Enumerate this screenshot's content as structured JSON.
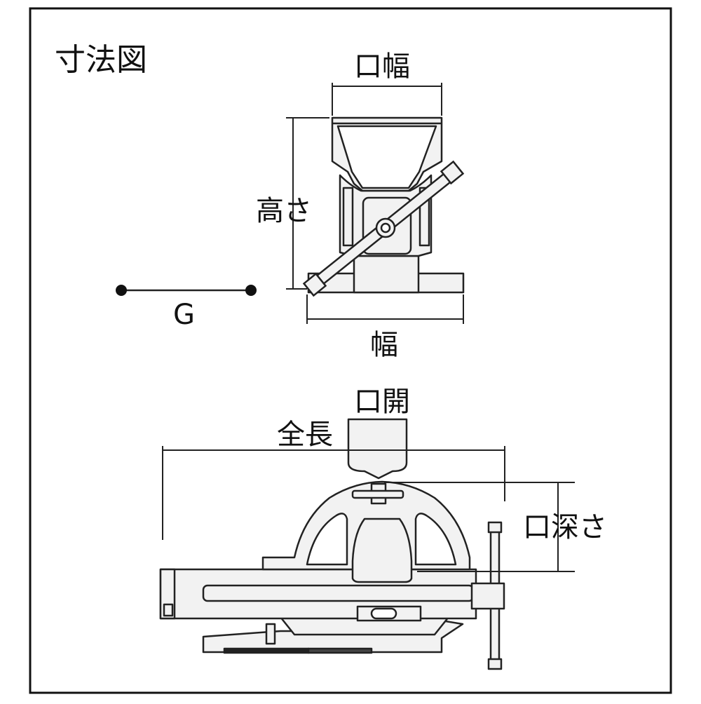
{
  "title": "寸法図",
  "labels": {
    "jaw_width": "口幅",
    "height": "高さ",
    "width": "幅",
    "jaw_opening": "口開",
    "overall_length": "全長",
    "throat_depth": "口深さ",
    "g": "G"
  },
  "colors": {
    "line": "#222222",
    "fill": "#f2f2f2",
    "frame": "#111111",
    "background": "#ffffff"
  }
}
